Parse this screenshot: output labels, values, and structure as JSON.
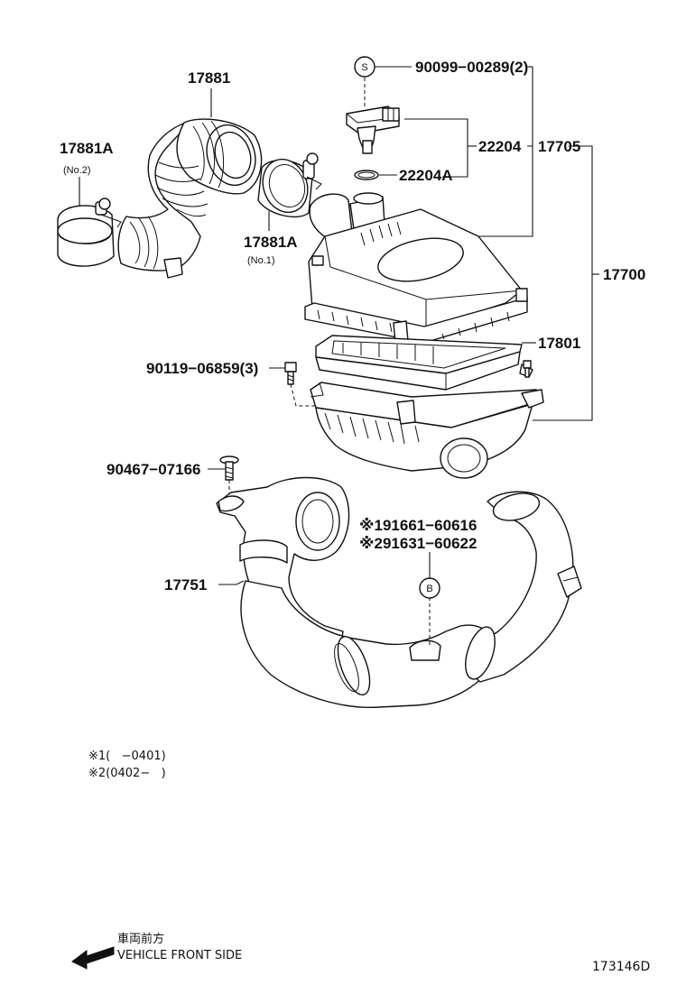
{
  "labels": {
    "p17881": "17881",
    "p17881A_2": "17881A",
    "p17881A_2_sub": "(No.2)",
    "p17881A_1": "17881A",
    "p17881A_1_sub": "(No.1)",
    "p90099": "90099−00289(2)",
    "p22204": "22204",
    "p17705": "17705",
    "p22204A": "22204A",
    "p17700": "17700",
    "p17801": "17801",
    "p90119": "90119−06859(3)",
    "p90467": "90467−07166",
    "p17751": "17751",
    "p191661": "※191661−60616",
    "p291631": "※291631−60622"
  },
  "markers": {
    "s": "S",
    "b": "B"
  },
  "notes": {
    "n1": "※1(   −0401)",
    "n2": "※2(0402−   )"
  },
  "front": {
    "jp": "車両前方",
    "en": "VEHICLE FRONT SIDE"
  },
  "diagram_id": "173146D"
}
